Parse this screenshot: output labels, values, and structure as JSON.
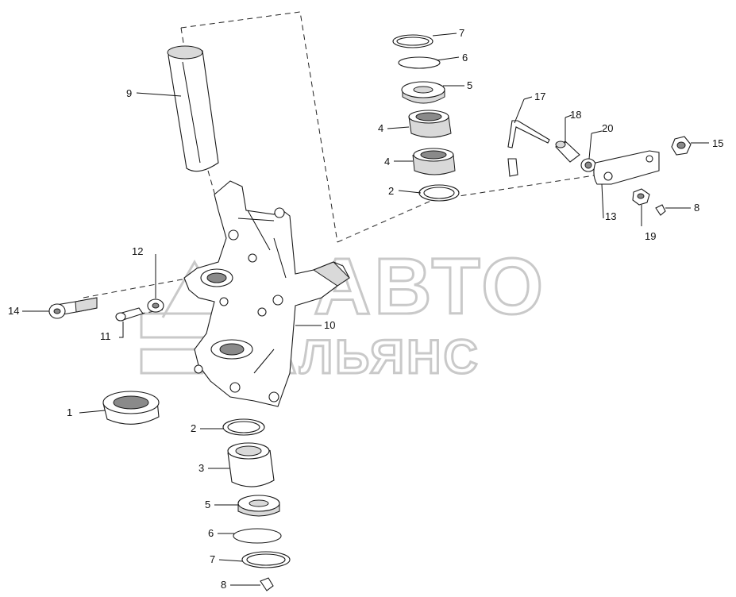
{
  "watermark": {
    "line1": "АВТО",
    "line2": "АЛЬЯНС",
    "color": "#c9c9c9"
  },
  "callouts": [
    {
      "id": "c7a",
      "label": "7"
    },
    {
      "id": "c6a",
      "label": "6"
    },
    {
      "id": "c5a",
      "label": "5"
    },
    {
      "id": "c4a",
      "label": "4"
    },
    {
      "id": "c4b",
      "label": "4"
    },
    {
      "id": "c2a",
      "label": "2"
    },
    {
      "id": "c9",
      "label": "9"
    },
    {
      "id": "c17",
      "label": "17"
    },
    {
      "id": "c18",
      "label": "18"
    },
    {
      "id": "c20",
      "label": "20"
    },
    {
      "id": "c15",
      "label": "15"
    },
    {
      "id": "c13",
      "label": "13"
    },
    {
      "id": "c8a",
      "label": "8"
    },
    {
      "id": "c19",
      "label": "19"
    },
    {
      "id": "c12",
      "label": "12"
    },
    {
      "id": "c14",
      "label": "14"
    },
    {
      "id": "c11",
      "label": "11"
    },
    {
      "id": "c10",
      "label": "10"
    },
    {
      "id": "c1",
      "label": "1"
    },
    {
      "id": "c2b",
      "label": "2"
    },
    {
      "id": "c3",
      "label": "3"
    },
    {
      "id": "c5b",
      "label": "5"
    },
    {
      "id": "c6b",
      "label": "6"
    },
    {
      "id": "c7b",
      "label": "7"
    },
    {
      "id": "c8b",
      "label": "8"
    }
  ]
}
